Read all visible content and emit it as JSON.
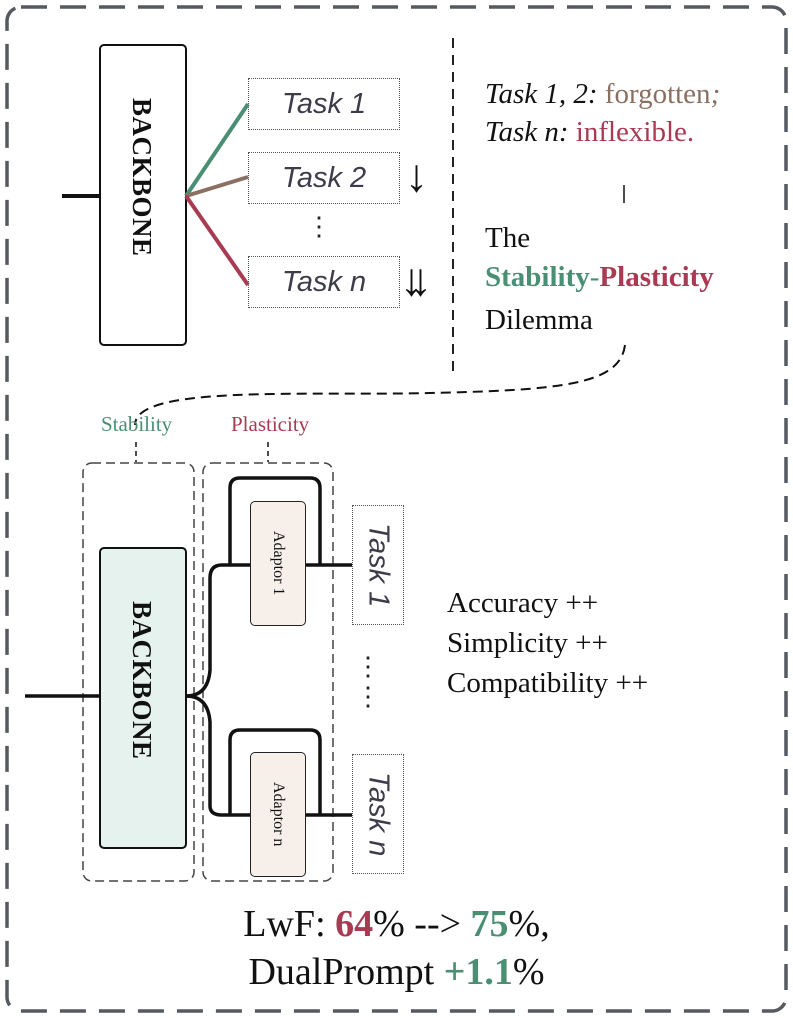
{
  "colors": {
    "stability": "#4a8f74",
    "plasticity": "#a83a52",
    "forgotten": "#8b6f60",
    "line_brown": "#8b6f60"
  },
  "top": {
    "backbone": "BACKBONE",
    "tasks": [
      "Task 1",
      "Task 2",
      "Task n"
    ],
    "dots": "⋮",
    "arrow_single": "↓",
    "arrow_double": "↓↓",
    "note_line1_prefix": "Task 1, 2:",
    "note_line1_word": "forgotten",
    "note_line1_suffix": ";",
    "note_line2_prefix": "Task n:",
    "note_line2_word": "inflexible.",
    "dilemma_the": "The",
    "dilemma_stability": "Stability",
    "dilemma_dash": "-",
    "dilemma_plasticity": "Plasticity",
    "dilemma_word": "Dilemma"
  },
  "bottom": {
    "stability_label": "Stability",
    "plasticity_label": "Plasticity",
    "backbone": "BACKBONE",
    "adaptor_1": "Adaptor 1",
    "adaptor_n": "Adaptor n",
    "task_1": "Task 1",
    "task_n": "Task n",
    "dots": "⋮",
    "benefits": [
      "Accuracy ++",
      "Simplicity ++",
      "Compatibility ++"
    ]
  },
  "result": {
    "line1_prefix": "LwF: ",
    "line1_before": "64",
    "line1_mid": "% --> ",
    "line1_after": "75",
    "line1_suffix": "%,",
    "line2_prefix": "DualPrompt ",
    "line2_gain": "+1.1",
    "line2_suffix": "%"
  }
}
